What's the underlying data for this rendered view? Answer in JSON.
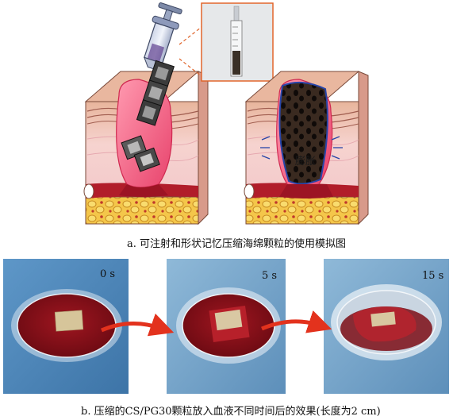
{
  "figure": {
    "caption_a": "a. 可注射和形状记忆压缩海绵颗粒的使用模拟图",
    "caption_b": "b. 压缩的CS/PG30颗粒放入血液不同时间后的效果(长度为2 cm)",
    "swell_label": "膨胀",
    "photos": [
      {
        "time": "0 s"
      },
      {
        "time": "5 s"
      },
      {
        "time": "15 s"
      }
    ]
  },
  "colors": {
    "blood": "#8b0f16",
    "dish_bg": "#4d86b8",
    "skin_pink": "#f3c7cc",
    "fat_yellow": "#f3c64a",
    "arrow_red": "#e3321d",
    "inset_border": "#e0642a"
  }
}
